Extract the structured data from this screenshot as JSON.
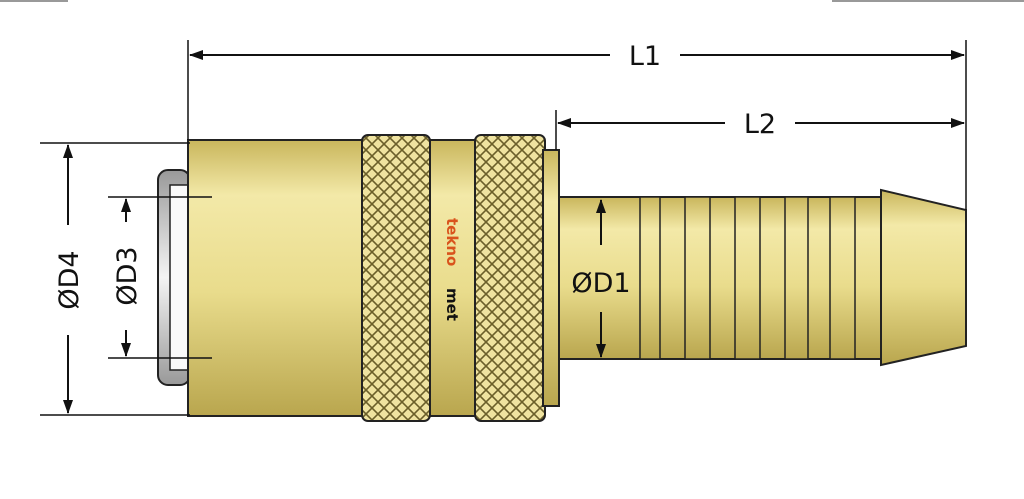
{
  "diagram": {
    "dimensions": {
      "L1": "L1",
      "L2": "L2",
      "D1": "ØD1",
      "D3": "ØD3",
      "D4": "ØD4"
    },
    "logo": {
      "part1": "tekno",
      "part2": "met"
    },
    "colors": {
      "brass": "#e9dc8c",
      "brass_shadow": "#b8a64f",
      "logo_orange": "#d9531c",
      "line": "#111111"
    }
  }
}
